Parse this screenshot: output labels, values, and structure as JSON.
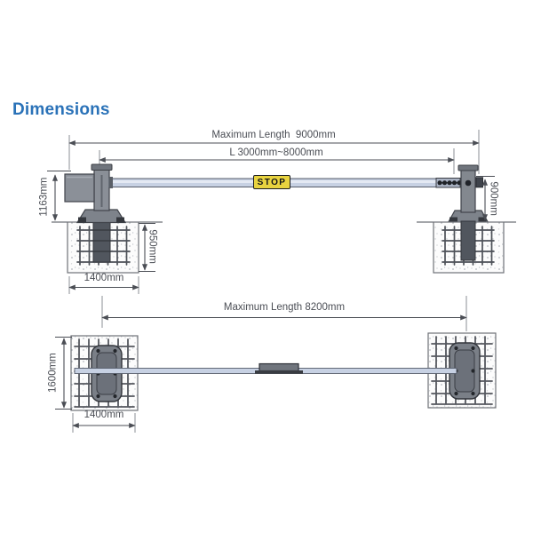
{
  "page": {
    "title": "Dimensions"
  },
  "side_view": {
    "max_length_label": "Maximum Length  9000mm",
    "arm_length_label": "L 3000mm~8000mm",
    "machine_height_label": "1163mm",
    "foundation_depth_label": "950mm",
    "foundation_width_label": "1400mm",
    "support_post_height_label": "900mm",
    "stop_sign_label": "STOP"
  },
  "top_view": {
    "max_length_label": "Maximum Length 8200mm",
    "foundation_length_label": "1600mm",
    "foundation_width_label": "1400mm"
  },
  "colors": {
    "accent_blue": "#2A72B8",
    "dimension_line": "#4B4E55",
    "machine_gray": "#8A8F97",
    "arm_fill": "#C7D1E3",
    "stop_yellow": "#E8D33F"
  }
}
